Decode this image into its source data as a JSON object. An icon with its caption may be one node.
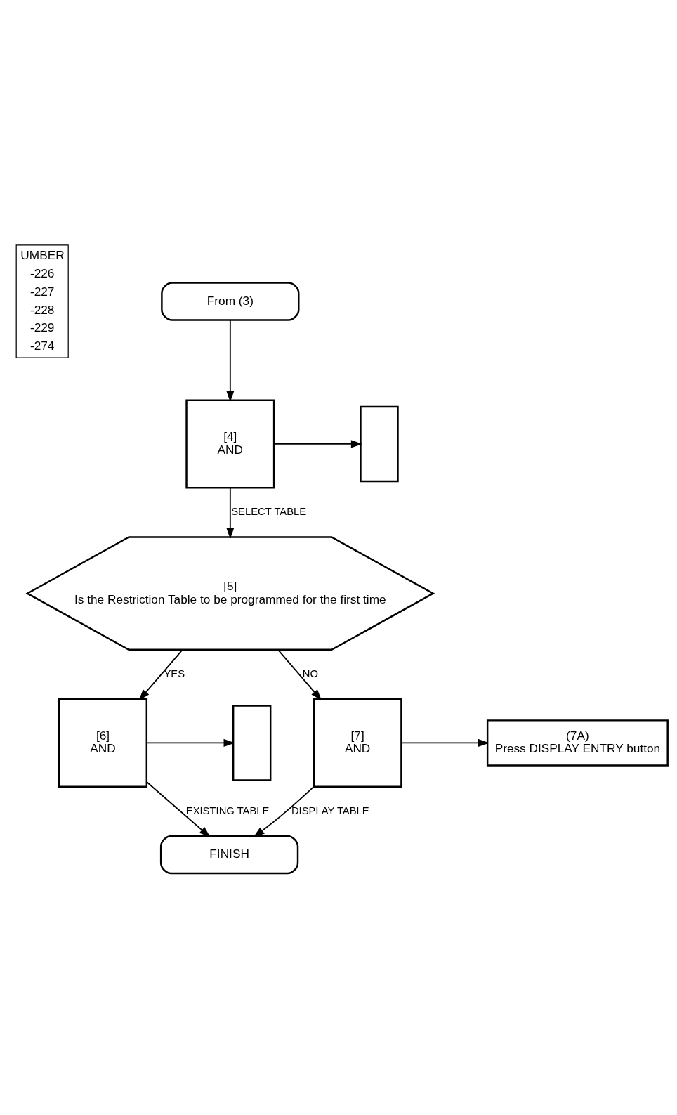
{
  "diagram": {
    "nodes": [
      {
        "text": [
          "From (3)"
        ]
      },
      {
        "text": [
          "[4]",
          "AND"
        ]
      },
      {
        "text": [],
        "shape": "box"
      },
      {
        "text": [
          "[5]",
          "Is the Restriction Table to be programmed for the first time"
        ]
      },
      {
        "text": [
          "[6]",
          "AND"
        ]
      },
      {
        "text": [
          "[7]",
          "AND"
        ]
      },
      {
        "text": [],
        "shape": "box"
      },
      {
        "text": [
          "(7A)",
          "Press DISPLAY ENTRY button"
        ]
      },
      {
        "text": [
          "FINISH"
        ]
      }
    ],
    "edges": [
      {
        "from": 0,
        "to": 1,
        "arrow": "to"
      },
      {
        "from": 1,
        "to": 2,
        "arrow": "to"
      },
      {
        "from": 1,
        "to": 3,
        "arrow": "to",
        "label": "SELECT TABLE"
      },
      {
        "from": 3,
        "to": 4,
        "arrow": "to",
        "label": "YES"
      },
      {
        "from": 3,
        "to": 5,
        "arrow": "to",
        "label": "NO"
      },
      {
        "from": 4,
        "to": 6,
        "arrow": "to"
      },
      {
        "from": 5,
        "to": 7,
        "arrow": "to"
      },
      {
        "from": 4,
        "to": 8,
        "arrow": "to",
        "label": "EXISTING TABLE"
      },
      {
        "from": 5,
        "to": 8,
        "arrow": "to",
        "label": "DISPLAY TABLE"
      }
    ],
    "labels": [
      "UMBER",
      "-226",
      "-227",
      "-228",
      "-229",
      "-274"
    ]
  }
}
